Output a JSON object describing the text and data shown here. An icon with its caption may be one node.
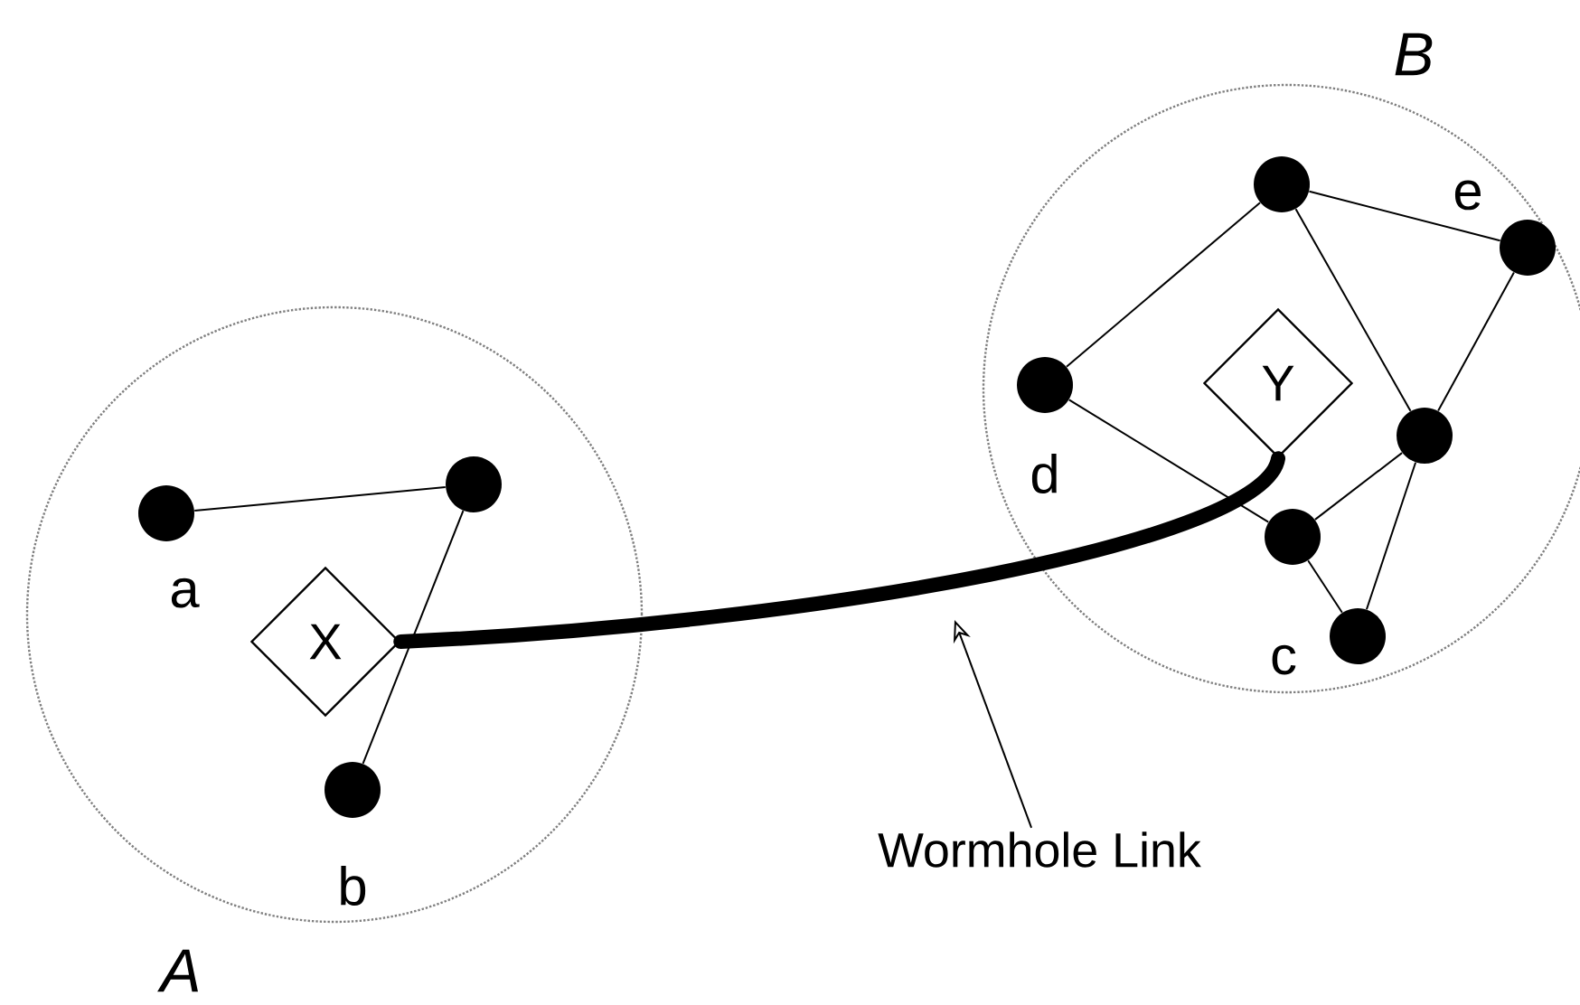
{
  "diagram": {
    "nodes": [
      {
        "text": [
          "A"
        ]
      },
      {
        "text": [
          "B"
        ]
      },
      {
        "text": [],
        "shape": "circle",
        "in": 0,
        "beside": [
          "a"
        ]
      },
      {
        "text": [],
        "shape": "circle",
        "in": 0
      },
      {
        "text": [
          "X"
        ],
        "in": 0
      },
      {
        "text": [],
        "shape": "circle",
        "in": 0,
        "beside": [
          "b"
        ]
      },
      {
        "text": [],
        "shape": "circle",
        "in": 1
      },
      {
        "text": [],
        "shape": "circle",
        "in": 1,
        "beside": [
          "e"
        ]
      },
      {
        "text": [],
        "shape": "circle",
        "in": 1,
        "beside": [
          "d"
        ]
      },
      {
        "text": [
          "Y"
        ],
        "in": 1
      },
      {
        "text": [],
        "shape": "circle",
        "in": 1
      },
      {
        "text": [],
        "shape": "circle",
        "in": 1
      },
      {
        "text": [],
        "shape": "circle",
        "in": 1,
        "beside": [
          "c"
        ]
      },
      {
        "text": [
          "Wormhole Link"
        ]
      }
    ],
    "edges": [
      {
        "from": 2,
        "to": 3,
        "arrow": "none"
      },
      {
        "from": 3,
        "to": 5,
        "arrow": "none"
      },
      {
        "from": 6,
        "to": 8,
        "arrow": "none"
      },
      {
        "from": 6,
        "to": 7,
        "arrow": "none"
      },
      {
        "from": 6,
        "to": 10,
        "arrow": "none"
      },
      {
        "from": 7,
        "to": 10,
        "arrow": "none"
      },
      {
        "from": 8,
        "to": 11,
        "arrow": "none"
      },
      {
        "from": 10,
        "to": 11,
        "arrow": "none"
      },
      {
        "from": 11,
        "to": 12,
        "arrow": "none"
      },
      {
        "from": 10,
        "to": 12,
        "arrow": "none"
      },
      {
        "from": 4,
        "to": 9,
        "arrow": "none",
        "style": "thick"
      },
      {
        "from": 13,
        "to": null,
        "arrow": "to"
      }
    ]
  }
}
